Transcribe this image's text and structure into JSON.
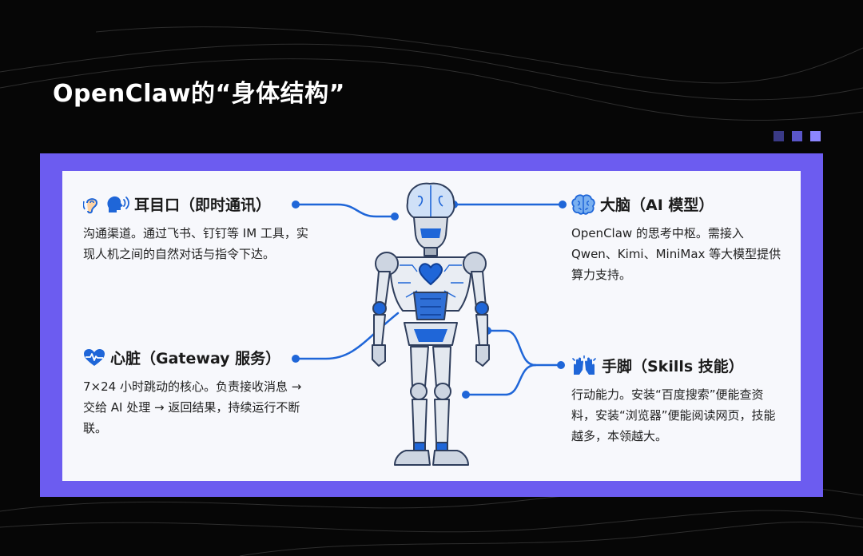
{
  "slide": {
    "title": "OpenClaw的“身体结构”",
    "background_color": "#060606",
    "frame_color": "#6c5cf0",
    "card_color": "#f7f8fc",
    "accent_blue": "#1f66d8",
    "deco_square_colors": [
      "#3a3a86",
      "#5a56c8",
      "#8c86ff"
    ]
  },
  "sections": {
    "comm": {
      "title": "耳目口（即时通讯）",
      "desc": "沟通渠道。通过飞书、钉钉等 IM 工具，实现人机之间的自然对话与指令下达。",
      "icons": [
        "ear-icon",
        "speaking-head-icon"
      ]
    },
    "brain": {
      "title": "大脑（AI 模型）",
      "desc": "OpenClaw 的思考中枢。需接入 Qwen、Kimi、MiniMax 等大模型提供算力支持。",
      "icons": [
        "brain-icon"
      ]
    },
    "heart": {
      "title": "心脏（Gateway 服务）",
      "desc": "7×24 小时跳动的核心。负责接收消息 → 交给 AI 处理 → 返回结果，持续运行不断联。",
      "icons": [
        "heartbeat-icon"
      ]
    },
    "limbs": {
      "title": "手脚（Skills 技能）",
      "desc": "行动能力。安装“百度搜索”便能查资料，安装“浏览器”便能阅读网页，技能越多，本领越大。",
      "icons": [
        "raised-hands-icon"
      ]
    }
  }
}
